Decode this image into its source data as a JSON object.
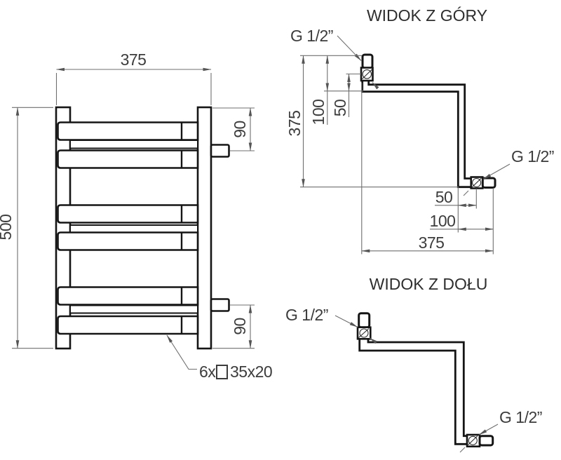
{
  "front": {
    "dim_width": "375",
    "dim_height": "500",
    "dim_port_top": "90",
    "dim_port_bottom": "90",
    "rung_count_label": "6x",
    "rung_profile_label": "35x20"
  },
  "top_view": {
    "title": "WIDOK Z GÓRY",
    "port_top_label": "G 1/2”",
    "port_bottom_label": "G 1/2”",
    "dim_depth": "375",
    "dim_offset_100_v": "100",
    "dim_offset_50_v": "50",
    "dim_offset_50_h": "50",
    "dim_offset_100_h": "100",
    "dim_width": "375"
  },
  "bottom_view": {
    "title": "WIDOK Z DOŁU",
    "port_top_label": "G 1/2”",
    "port_bottom_label": "G 1/2”"
  }
}
